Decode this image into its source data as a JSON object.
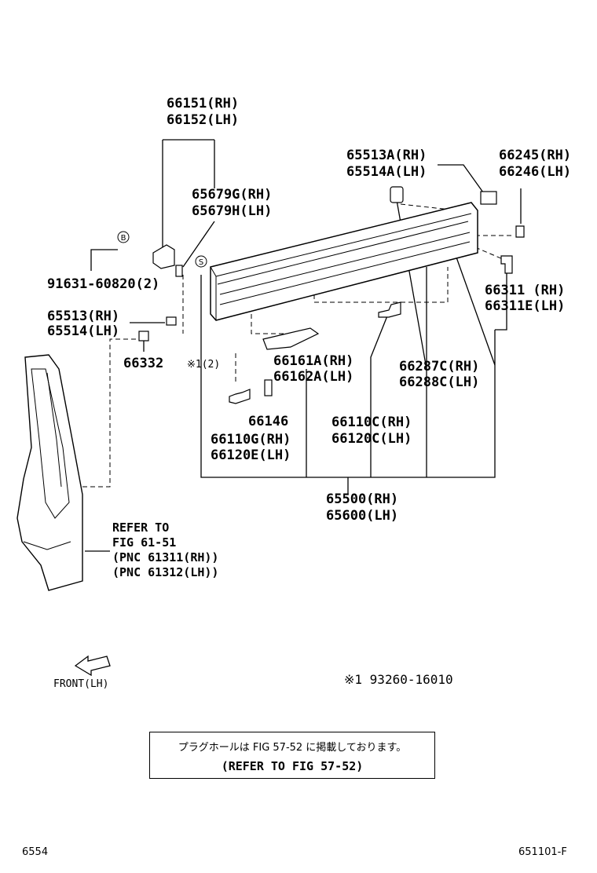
{
  "parts": {
    "p66151": "66151(RH)",
    "p66152": "66152(LH)",
    "p65679g": "65679G(RH)",
    "p65679h": "65679H(LH)",
    "p91631": "91631-60820(2)",
    "p65513": "65513(RH)",
    "p65514": "65514(LH)",
    "p66332": "66332",
    "p65513a": "65513A(RH)",
    "p65514a": "65514A(LH)",
    "p66245": "66245(RH)",
    "p66246": "66246(LH)",
    "p66311": "66311 (RH)",
    "p66311e": "66311E(LH)",
    "p66161a": "66161A(RH)",
    "p66162a": "66162A(LH)",
    "p66287c": "66287C(RH)",
    "p66288c": "66288C(LH)",
    "p66146": "66146",
    "p66110c": "66110C(RH)",
    "p66120c": "66120C(LH)",
    "p66110g": "66110G(RH)",
    "p66120e": "66120E(LH)",
    "p65500": "65500(RH)",
    "p65600": "65600(LH)",
    "note_star": "※1(2)"
  },
  "refer": {
    "line1": "REFER TO",
    "line2": "FIG 61-51",
    "line3": "(PNC 61311(RH))",
    "line4": "(PNC 61312(LH))"
  },
  "markers": {
    "b": "B",
    "s": "S"
  },
  "front_label": "FRONT(LH)",
  "footnote": "※1 93260-16010",
  "note_box": {
    "line1": "プラグホールは FIG 57-52 に掲載しております。",
    "line2": "(REFER TO FIG 57-52)"
  },
  "footer": {
    "left": "6554",
    "right": "651101-F"
  }
}
